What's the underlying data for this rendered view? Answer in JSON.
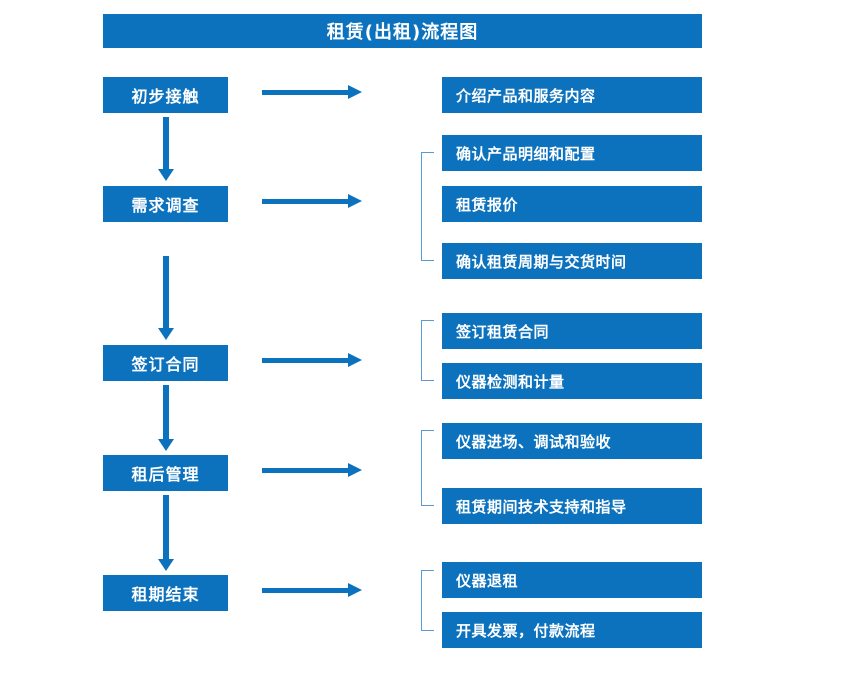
{
  "diagram": {
    "title": "租赁(出租)流程图",
    "accent_color": "#0C72BE",
    "bracket_color": "#5B9BD5",
    "background_color": "#FFFFFF",
    "stages": [
      {
        "label": "初步接触",
        "details": [
          "介绍产品和服务内容"
        ]
      },
      {
        "label": "需求调查",
        "details": [
          "确认产品明细和配置",
          "租赁报价",
          "确认租赁周期与交货时间"
        ]
      },
      {
        "label": "签订合同",
        "details": [
          "签订租赁合同",
          "仪器检测和计量"
        ]
      },
      {
        "label": "租后管理",
        "details": [
          "仪器进场、调试和验收",
          "租赁期间技术支持和指导"
        ]
      },
      {
        "label": "租期结束",
        "details": [
          "仪器退租",
          "开具发票，付款流程"
        ]
      }
    ]
  }
}
